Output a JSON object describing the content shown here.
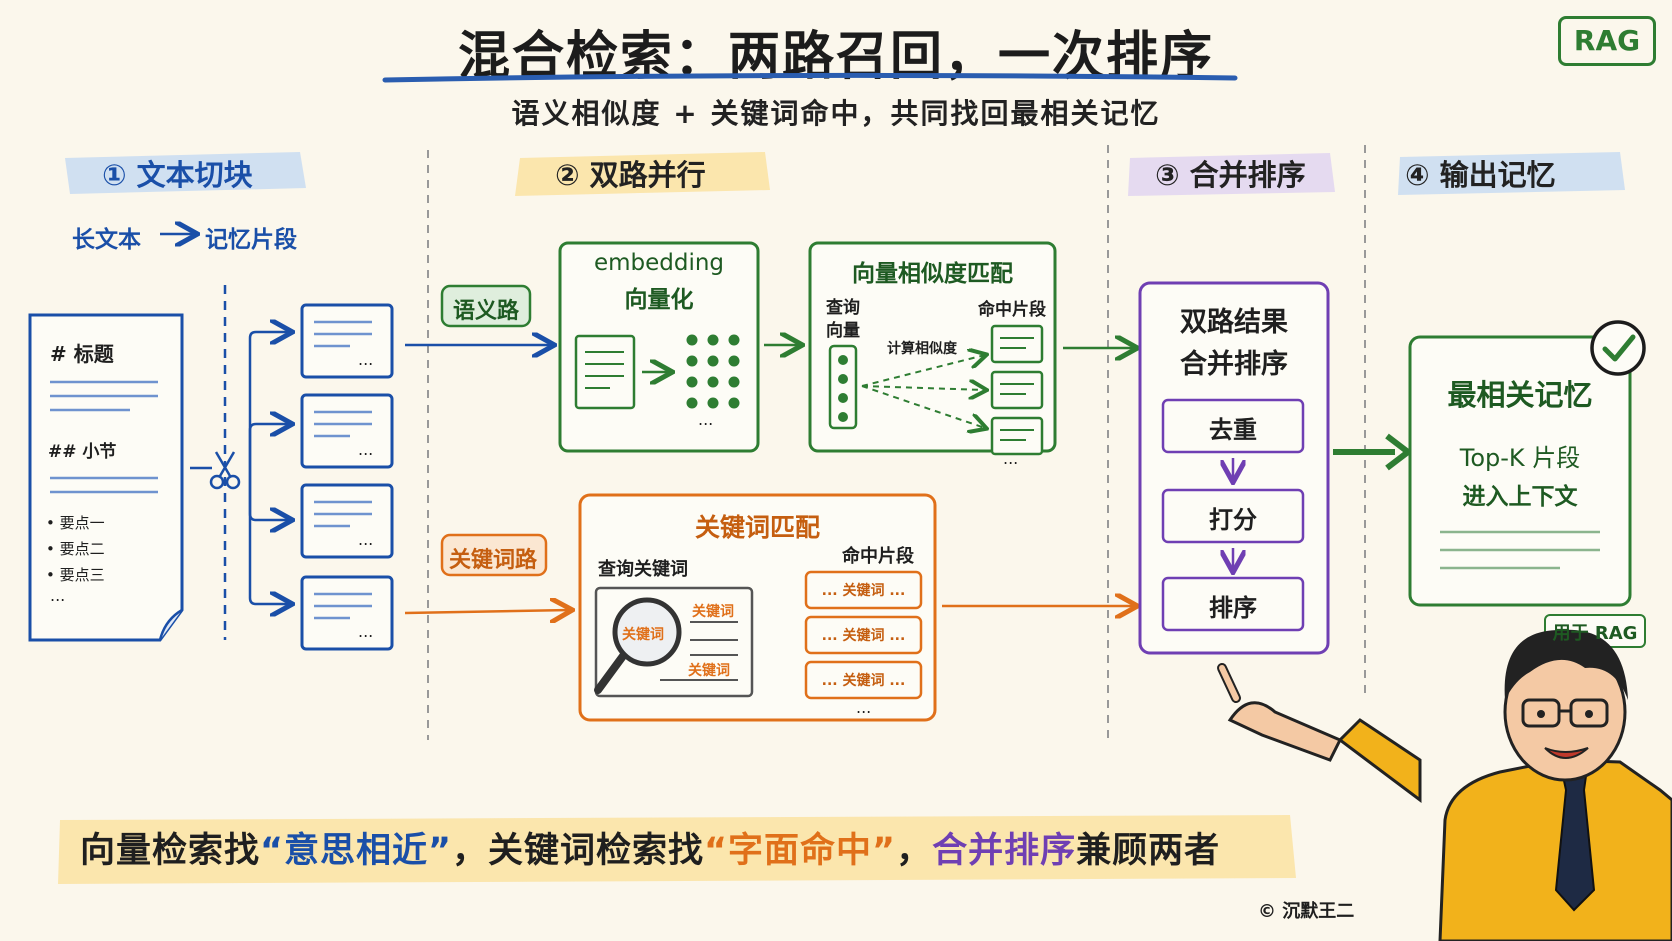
{
  "header": {
    "title": "混合检索：两路召回，一次排序",
    "subtitle": "语义相似度 + 关键词命中，共同找回最相关记忆",
    "badge": "RAG"
  },
  "steps": [
    {
      "num": "①",
      "label": "文本切块"
    },
    {
      "num": "②",
      "label": "双路并行"
    },
    {
      "num": "③",
      "label": "合并排序"
    },
    {
      "num": "④",
      "label": "输出记忆"
    }
  ],
  "chunking": {
    "caption_from": "长文本",
    "caption_to": "记忆片段",
    "doc_heading": "# 标题",
    "doc_subheading": "## 小节",
    "doc_points": [
      "• 要点一",
      "• 要点二",
      "• 要点三"
    ],
    "doc_more": "...",
    "chunk_more": "..."
  },
  "semantic": {
    "route_label": "语义路",
    "embed_title_en": "embedding",
    "embed_title_zh": "向量化",
    "embed_more": "...",
    "match_title": "向量相似度匹配",
    "query_vector_label_1": "查询",
    "query_vector_label_2": "向量",
    "hit_label": "命中片段",
    "compute_label": "计算相似度",
    "hit_more": "..."
  },
  "keyword": {
    "route_label": "关键词路",
    "match_title": "关键词匹配",
    "query_label": "查询关键词",
    "hit_label": "命中片段",
    "kw_tag": "关键词",
    "hits": [
      "... 关键词 ...",
      "... 关键词 ...",
      "... 关键词 ..."
    ],
    "hit_more": "..."
  },
  "merge": {
    "title_1": "双路结果",
    "title_2": "合并排序",
    "ops": [
      "去重",
      "打分",
      "排序"
    ]
  },
  "output": {
    "title": "最相关记忆",
    "line1": "Top-K 片段",
    "line2": "进入上下文",
    "tag": "用于 RAG"
  },
  "bottom": {
    "p1": "向量检索找",
    "q1": "“意思相近”",
    "p2": "，关键词检索找",
    "q2": "“字面命中”",
    "p3": "，",
    "q3": "合并排序",
    "p4": "兼顾两者"
  },
  "credit": "© 沉默王二",
  "colors": {
    "blue": "#1a4fa8",
    "green": "#2e7d32",
    "orange": "#e0701a",
    "purple": "#6f3fb3",
    "title_underline": "#2a5db0"
  }
}
